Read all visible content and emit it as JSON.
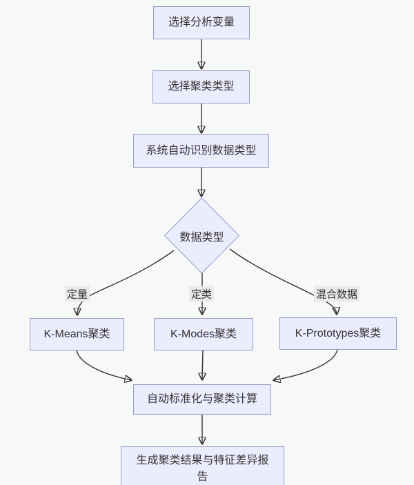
{
  "diagram": {
    "type": "flowchart",
    "direction": "top-down",
    "colors": {
      "background": "#f7f8f8",
      "node_fill": "#ececff",
      "node_border": "#9a9ac6",
      "edge_color": "#333333",
      "text_color": "#333333",
      "edge_label_background": "#e8e8e8"
    },
    "nodes": {
      "select_variables": {
        "label": "选择分析变量",
        "shape": "rect"
      },
      "select_cluster_type": {
        "label": "选择聚类类型",
        "shape": "rect"
      },
      "auto_detect_type": {
        "label": "系统自动识别数据类型",
        "shape": "rect"
      },
      "data_type_decision": {
        "label": "数据类型",
        "shape": "diamond"
      },
      "kmeans": {
        "label": "K-Means聚类",
        "shape": "rect"
      },
      "kmodes": {
        "label": "K-Modes聚类",
        "shape": "rect"
      },
      "kprototypes": {
        "label": "K-Prototypes聚类",
        "shape": "rect"
      },
      "standardize_compute": {
        "label": "自动标准化与聚类计算",
        "shape": "rect"
      },
      "report": {
        "label": "生成聚类结果与特征差异报告",
        "shape": "rect"
      }
    },
    "edge_labels": {
      "quantitative": {
        "label": "定量"
      },
      "categorical": {
        "label": "定类"
      },
      "mixed": {
        "label": "混合数据"
      }
    },
    "edges": [
      {
        "from": "select_variables",
        "to": "select_cluster_type"
      },
      {
        "from": "select_cluster_type",
        "to": "auto_detect_type"
      },
      {
        "from": "auto_detect_type",
        "to": "data_type_decision"
      },
      {
        "from": "data_type_decision",
        "to": "kmeans",
        "label": "定量"
      },
      {
        "from": "data_type_decision",
        "to": "kmodes",
        "label": "定类"
      },
      {
        "from": "data_type_decision",
        "to": "kprototypes",
        "label": "混合数据"
      },
      {
        "from": "kmeans",
        "to": "standardize_compute"
      },
      {
        "from": "kmodes",
        "to": "standardize_compute"
      },
      {
        "from": "kprototypes",
        "to": "standardize_compute"
      },
      {
        "from": "standardize_compute",
        "to": "report"
      }
    ]
  }
}
